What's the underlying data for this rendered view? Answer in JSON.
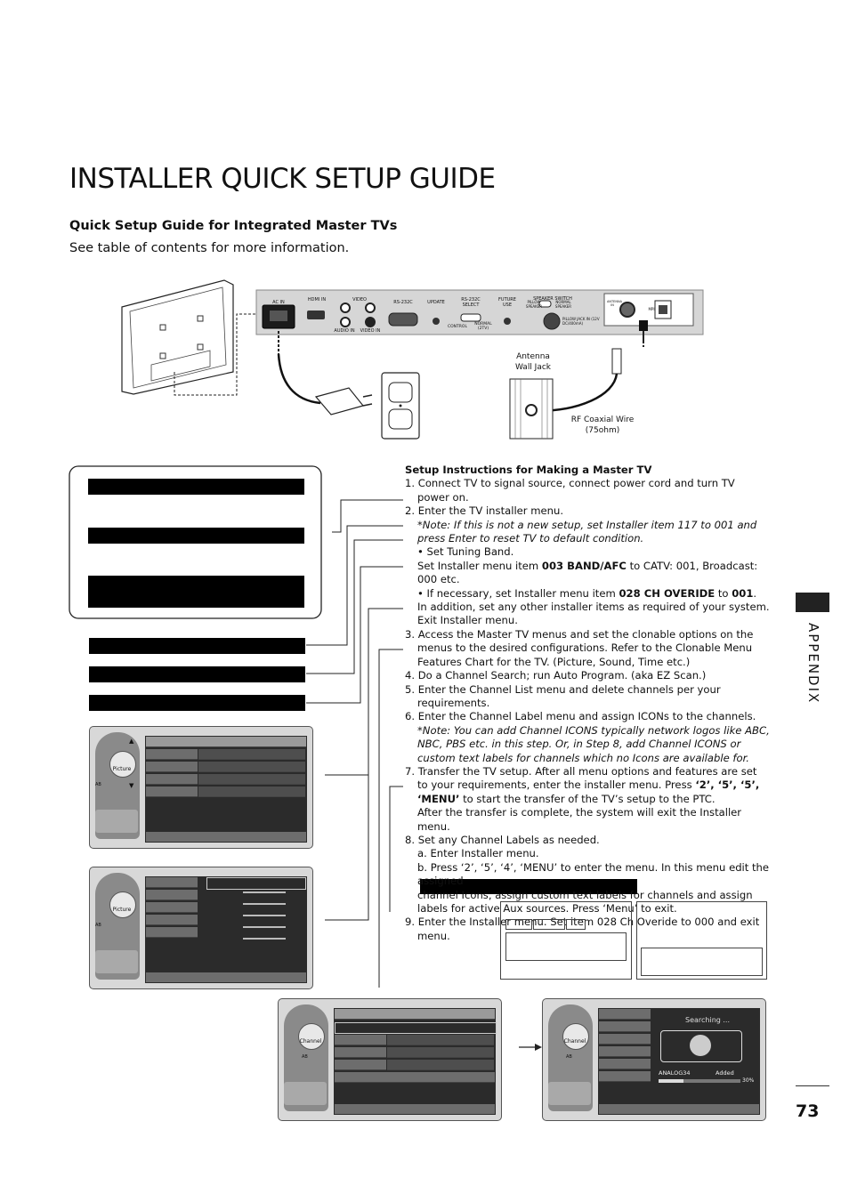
{
  "page": {
    "title": "INSTALLER QUICK SETUP GUIDE",
    "subtitle": "Quick Setup Guide for Integrated Master TVs",
    "see_toc": "See table of contents for more information.",
    "section_tab": "APPENDIX",
    "page_number": "73"
  },
  "diagram": {
    "ports": {
      "ac_in": "AC IN",
      "hdmi_in": "HDMI IN",
      "video": "VIDEO",
      "audio_in": "AUDIO IN",
      "video_in": "VIDEO IN",
      "rs232c": "RS-232C",
      "update": "UPDATE",
      "rs232c_select": "RS-232C SELECT",
      "future_use": "FUTURE USE",
      "speaker_switch": "SPEAKER SWITCH",
      "control": "CONTROL",
      "normal": "NORMAL (2TV)",
      "pillow_speaker": "PILLOW SPEAKER",
      "normal_speaker": "NORMAL SPEAKER",
      "pillow_jack": "PILLOW JACK IN (12V DC/400mA)",
      "antenna_in": "ANTENNA IN",
      "mpi": "MPI"
    },
    "antenna_wall_jack": "Antenna Wall Jack",
    "rf_coaxial_wire": "RF Coaxial Wire (75ohm)"
  },
  "instructions": {
    "heading": "Setup Instructions for Making a Master TV",
    "s1": "1. Connect TV to signal source, connect power cord and turn TV power on.",
    "s2": "2. Enter the TV installer menu.",
    "s2_note_label": "*Note:",
    "s2_note": " If this is not a new setup, set Installer item 117 to 001 and press Enter to reset TV to default condition.",
    "s2_b1": "• Set Tuning Band.",
    "s2_b1a_pre": "Set Installer menu item ",
    "s2_b1a_bold": "003 BAND/AFC",
    "s2_b1a_post": " to CATV: 001, Broadcast: 000 etc.",
    "s2_b2_pre": "• If necessary, set Installer menu item ",
    "s2_b2_bold1": "028 CH OVERIDE",
    "s2_b2_mid": " to ",
    "s2_b2_bold2": "001",
    "s2_b2_post": ".",
    "s2_c1": "In addition, set any other installer items as required of your system.",
    "s2_c2": "Exit Installer menu.",
    "s3": "3. Access the Master TV menus and set the clonable options on the menus to the desired configurations. Refer to the Clonable Menu Features Chart for the TV. (Picture, Sound, Time etc.)",
    "s4": "4. Do a Channel Search; run Auto Program. (aka EZ Scan.)",
    "s5": "5. Enter the Channel List menu and delete channels per your requirements.",
    "s6": "6. Enter the Channel Label menu and assign ICONs to the channels.",
    "s6_note_label": "*Note:",
    "s6_note": " You can add Channel ICONS typically network logos like ABC, NBC, PBS etc. in this step. Or, in Step 8, add Channel ICONS or custom text labels for channels which no Icons are available for.",
    "s7_pre": "7. Transfer the TV setup.  After all menu options and features are set to your requirements, enter the installer menu. Press ",
    "s7_bold": "‘2’, ‘5’, ‘5’, ‘MENU’",
    "s7_post": " to start the transfer of the TV’s setup to the PTC.",
    "s7_c": "After the transfer is complete, the system will exit the Installer menu.",
    "s8": "8. Set any Channel Labels as needed.",
    "s8a": "a. Enter Installer menu.",
    "s8b": "b. Press ‘2’, ‘5’, ‘4’, ‘MENU’ to enter the menu. In this menu edit the assigned",
    "s8c": "channel Icons, assign custom text labels for channels and assign labels for active Aux sources. Press ‘Menu’ to exit.",
    "s9": "9. Enter the Installer menu. Set item 028 Ch Overide to 000 and exit menu."
  },
  "screens": {
    "picture_label": "Picture",
    "channel_label": "Channel",
    "ab_label": "AB",
    "searching": "Searching ...",
    "channel_name": "ANALOG34",
    "status": "Added",
    "progress_text": "30%",
    "progress": 0.3
  }
}
